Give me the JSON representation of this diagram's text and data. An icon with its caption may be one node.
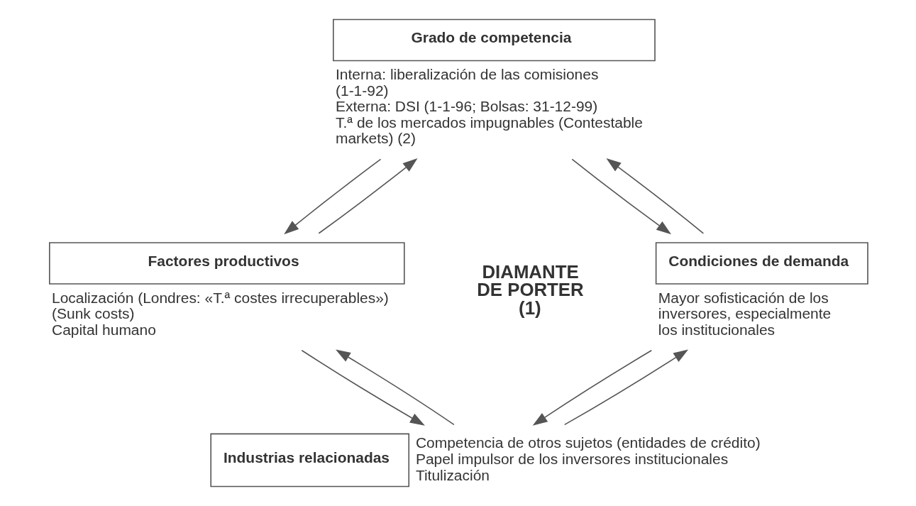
{
  "diagram": {
    "nodes": [
      {
        "text": [
          "Grado de competencia"
        ],
        "beside": [
          "Interna: liberalización de las comisiones (1-1-92)",
          "Externa: DSI (1-1-96; Bolsas: 31-12-99)",
          "T.ª de los mercados impugnables (Contestable markets) (2)"
        ]
      },
      {
        "text": [
          "Factores productivos"
        ],
        "beside": [
          "Localización (Londres: «T.ª costes irrecuperables»)",
          "(Sunk costs)",
          "Capital humano"
        ]
      },
      {
        "text": [
          "Condiciones de demanda"
        ],
        "beside": [
          "Mayor sofisticación de los inversores, especialmente los institucionales"
        ]
      },
      {
        "text": [
          "Industrias relacionadas"
        ],
        "beside": [
          "Competencia de otros sujetos (entidades de crédito)",
          "Papel impulsor de los inversores institucionales",
          "Titulización"
        ]
      }
    ],
    "edges": [
      {
        "from": 1,
        "to": 0,
        "arrow": "to"
      },
      {
        "from": 0,
        "to": 1,
        "arrow": "to"
      },
      {
        "from": 0,
        "to": 2,
        "arrow": "to"
      },
      {
        "from": 2,
        "to": 0,
        "arrow": "to"
      },
      {
        "from": 3,
        "to": 2,
        "arrow": "to"
      },
      {
        "from": 2,
        "to": 3,
        "arrow": "to"
      },
      {
        "from": 1,
        "to": 3,
        "arrow": "to"
      },
      {
        "from": 3,
        "to": 1,
        "arrow": "to"
      }
    ],
    "labels": [
      "DIAMANTE DE PORTER (1)"
    ]
  }
}
